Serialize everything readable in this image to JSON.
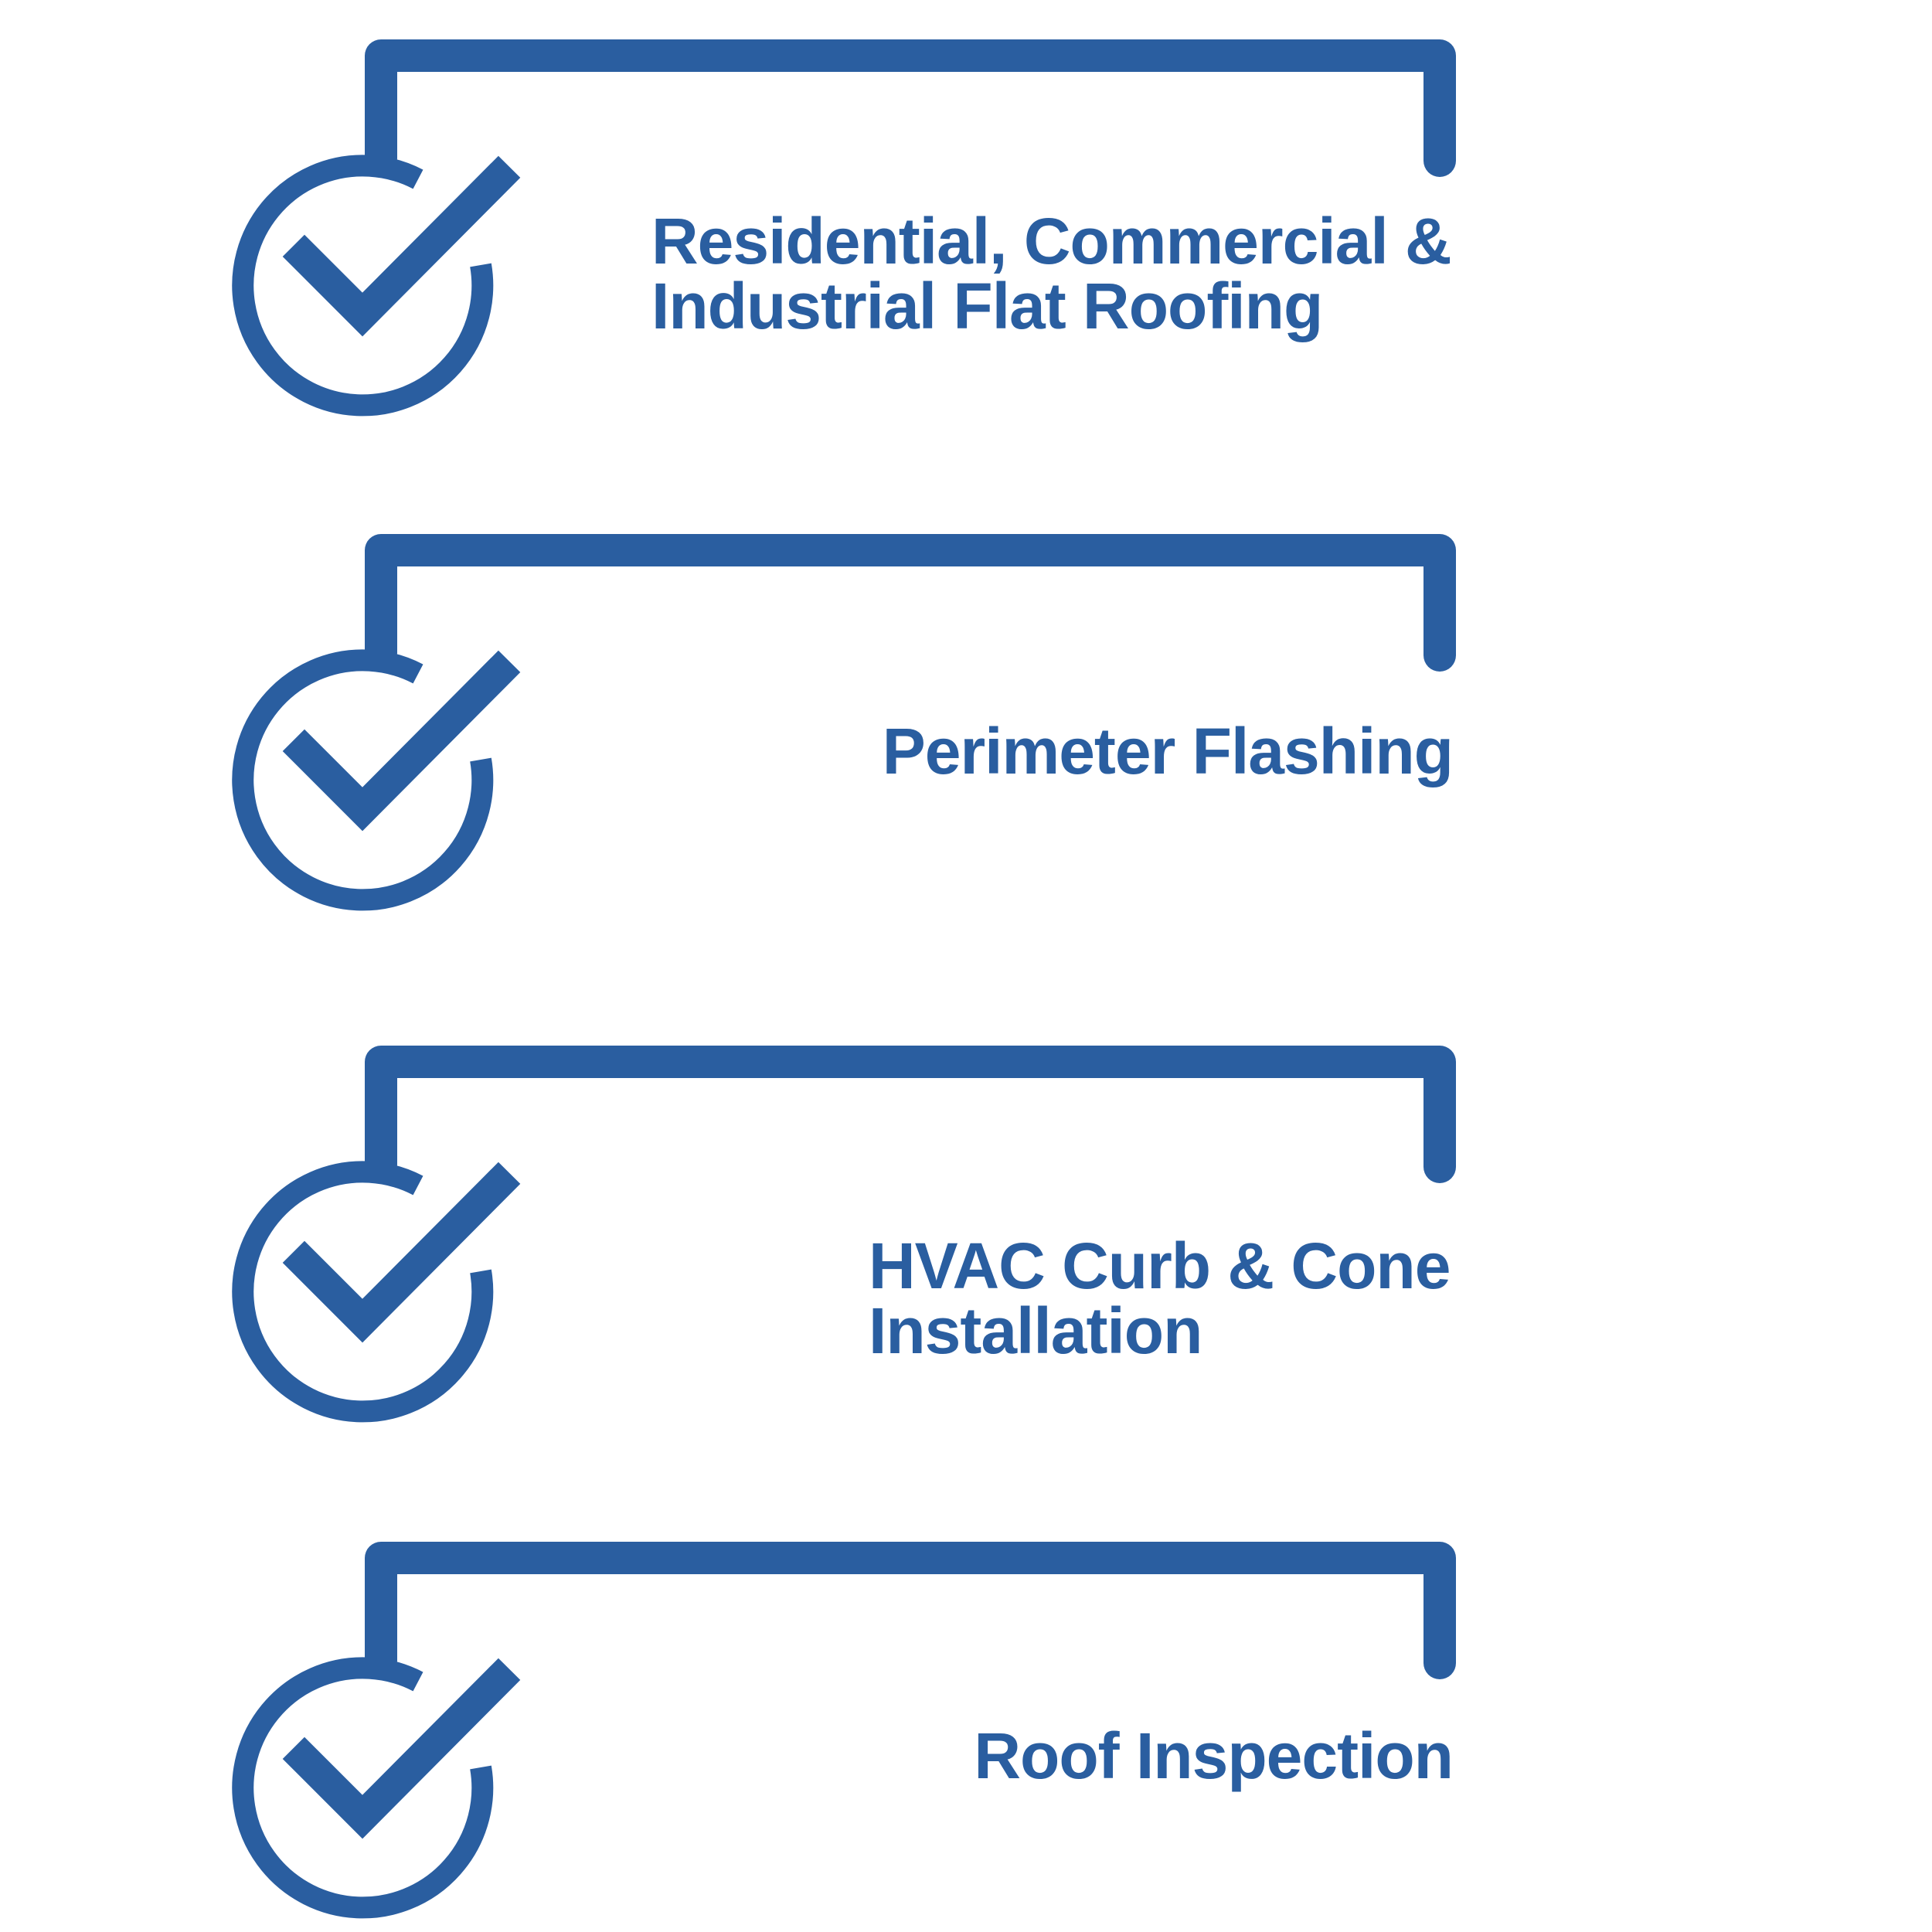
{
  "theme": {
    "accent": "#2a5ea0",
    "background": "#ffffff"
  },
  "checklist": [
    {
      "label": "Residential, Commercial & Industrial Flat Roofing",
      "line1": "Residential, Commercial &",
      "line2": "Industrial Flat Roofing",
      "icon": "check-circle-icon"
    },
    {
      "label": "Perimeter Flashing",
      "line1": "Perimeter Flashing",
      "line2": "",
      "icon": "check-circle-icon"
    },
    {
      "label": "HVAC Curb & Cone Installation",
      "line1": "HVAC Curb & Cone",
      "line2": "Installation",
      "icon": "check-circle-icon"
    },
    {
      "label": "Roof Inspection",
      "line1": "Roof Inspection",
      "line2": "",
      "icon": "check-circle-icon"
    }
  ]
}
